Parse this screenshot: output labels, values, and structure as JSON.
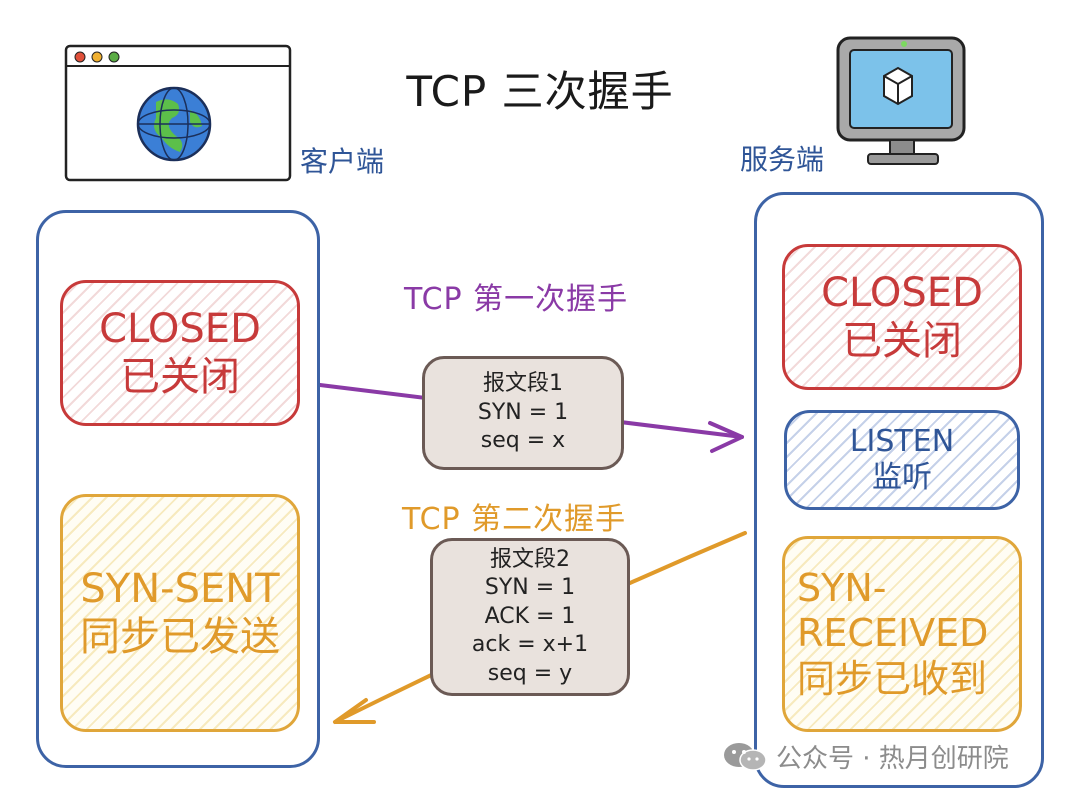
{
  "title": "TCP  三次握手",
  "client": {
    "label": "客户端",
    "icon": "browser-globe-icon"
  },
  "server": {
    "label": "服务端",
    "icon": "monitor-icon"
  },
  "client_states": {
    "closed": {
      "en": "CLOSED",
      "zh": "已关闭"
    },
    "syn_sent": {
      "en": "SYN-SENT",
      "zh": "同步已发送"
    }
  },
  "server_states": {
    "closed": {
      "en": "CLOSED",
      "zh": "已关闭"
    },
    "listen": {
      "en": "LISTEN",
      "zh": "监听"
    },
    "syn_received": {
      "en1": "SYN-",
      "en2": "RECEIVED",
      "zh": "同步已收到"
    }
  },
  "handshakes": [
    {
      "label": "TCP  第一次握手",
      "lines": [
        "报文段1",
        "SYN = 1",
        "seq = x"
      ]
    },
    {
      "label": "TCP  第二次握手",
      "lines": [
        "报文段2",
        "SYN = 1",
        "ACK = 1",
        "ack = x+1",
        "seq = y"
      ]
    }
  ],
  "watermark": "公众号 · 热月创研院",
  "colors": {
    "blue": "#3d63a6",
    "red": "#c73a3a",
    "orange": "#e09a2a",
    "purple": "#8a3aa6",
    "packet_fill": "#e9e2dd"
  }
}
